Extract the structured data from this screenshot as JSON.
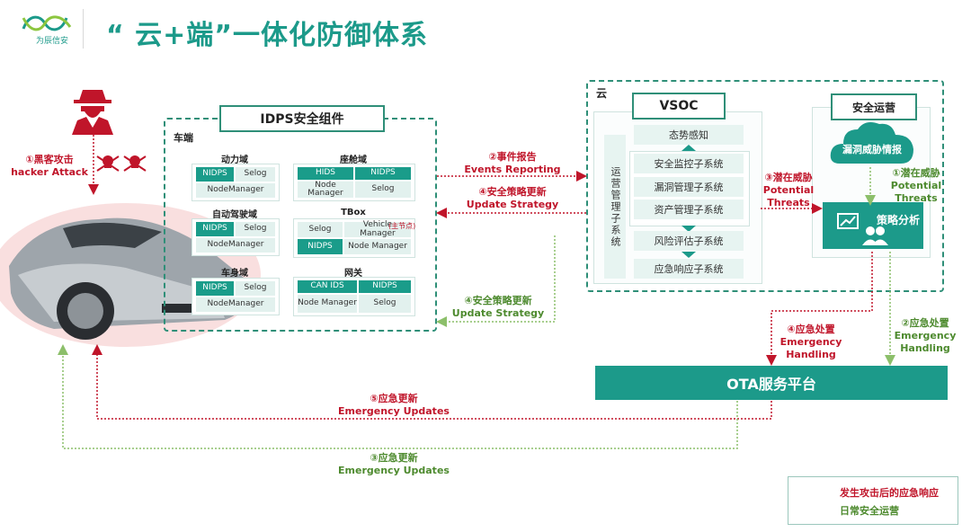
{
  "header": {
    "title": "“ 云+端”一体化防御体系",
    "logo_text": "为辰信安"
  },
  "hacker": {
    "label_cn": "①黑客攻击",
    "label_en": "hacker Attack"
  },
  "idps": {
    "title": "IDPS安全组件",
    "car_label": "车端",
    "domains": [
      {
        "name": "动力域",
        "chips": [
          "NIDPS",
          "Selog",
          "NodeManager"
        ]
      },
      {
        "name": "座舱域",
        "chips": [
          "HIDS",
          "NIDPS",
          "Node Manager",
          "Selog"
        ]
      },
      {
        "name": "自动驾驶域",
        "chips": [
          "NIDPS",
          "Selog",
          "NodeManager"
        ]
      },
      {
        "name": "TBox",
        "chips": [
          "Selog",
          "Vehicle Manager",
          "NIDPS",
          "Node Manager"
        ],
        "note": "(主节点)"
      },
      {
        "name": "车身域",
        "chips": [
          "NIDPS",
          "Selog",
          "NodeManager"
        ]
      },
      {
        "name": "网关",
        "chips": [
          "CAN IDS",
          "NIDPS",
          "Node Manager",
          "Selog"
        ]
      }
    ]
  },
  "cloud": {
    "label": "云",
    "vsoc_title": "VSOC",
    "ops_vertical": "运营管理子系统",
    "subsystems": [
      "态势感知",
      "安全监控子系统",
      "漏洞管理子系统",
      "资产管理子系统",
      "风险评估子系统",
      "应急响应子系统"
    ],
    "secops_title": "安全运营",
    "vuln_intel": "漏洞威胁情报",
    "strategy": "策略分析"
  },
  "flows": {
    "events_cn": "②事件报告",
    "events_en": "Events Reporting",
    "update4_cn": "④安全策略更新",
    "update4_en": "Update Strategy",
    "threat3_cn": "③潜在威胁",
    "threat3_en1": "Potential",
    "threat3_en2": "Threats",
    "threat1_cn": "①潜在威胁",
    "threat1_en1": "Potential",
    "threat1_en2": "Threats",
    "green_update_cn": "④安全策略更新",
    "green_update_en": "Update Strategy",
    "emerg4_cn": "④应急处置",
    "emerg4_en1": "Emergency",
    "emerg4_en2": "Handling",
    "emerg2_cn": "②应急处置",
    "emerg2_en1": "Emergency",
    "emerg2_en2": "Handling",
    "upd5_cn": "⑤应急更新",
    "upd5_en": "Emergency Updates",
    "upd3_cn": "③应急更新",
    "upd3_en": "Emergency Updates"
  },
  "ota": {
    "label": "OTA服务平台"
  },
  "legend": {
    "red": "发生攻击后的应急响应",
    "green": "日常安全运营"
  },
  "colors": {
    "teal": "#1c9a8a",
    "red": "#c0152a",
    "green": "#6aa84f"
  }
}
